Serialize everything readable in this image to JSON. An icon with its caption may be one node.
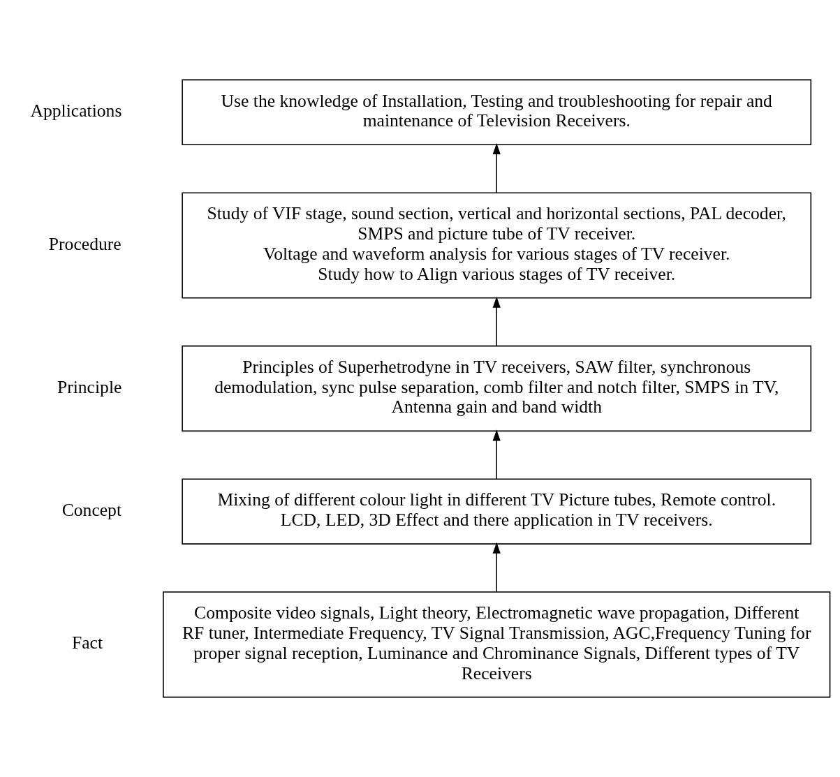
{
  "diagram": {
    "nodes": [
      {
        "text": [
          "Use the knowledge of Installation, Testing and troubleshooting for repair and maintenance of Television Receivers."
        ],
        "beside": [
          "Applications"
        ]
      },
      {
        "text": [
          "Study of VIF stage, sound section, vertical and horizontal sections, PAL decoder, SMPS and picture tube of TV receiver.",
          "Voltage and waveform analysis for various stages of TV receiver.",
          "Study how to Align various stages of TV receiver."
        ],
        "beside": [
          "Procedure"
        ]
      },
      {
        "text": [
          "Principles of Superhetrodyne in TV receivers, SAW filter, synchronous demodulation, sync pulse separation, comb filter and notch filter, SMPS in TV, Antenna gain and band width"
        ],
        "beside": [
          "Principle"
        ]
      },
      {
        "text": [
          "Mixing of different colour light in different TV Picture tubes, Remote control.",
          "LCD, LED, 3D Effect and there application in TV receivers."
        ],
        "beside": [
          "Concept"
        ]
      },
      {
        "text": [
          "Composite video signals, Light theory, Electromagnetic wave propagation, Different RF tuner, Intermediate Frequency, TV Signal Transmission, AGC,Frequency Tuning for proper signal reception, Luminance and Chrominance Signals, Different types of TV Receivers"
        ],
        "beside": [
          "Fact"
        ]
      }
    ],
    "edges": [
      {
        "from": 4,
        "to": 3,
        "arrow": "to"
      },
      {
        "from": 3,
        "to": 2,
        "arrow": "to"
      },
      {
        "from": 2,
        "to": 1,
        "arrow": "to"
      },
      {
        "from": 1,
        "to": 0,
        "arrow": "to"
      }
    ]
  }
}
